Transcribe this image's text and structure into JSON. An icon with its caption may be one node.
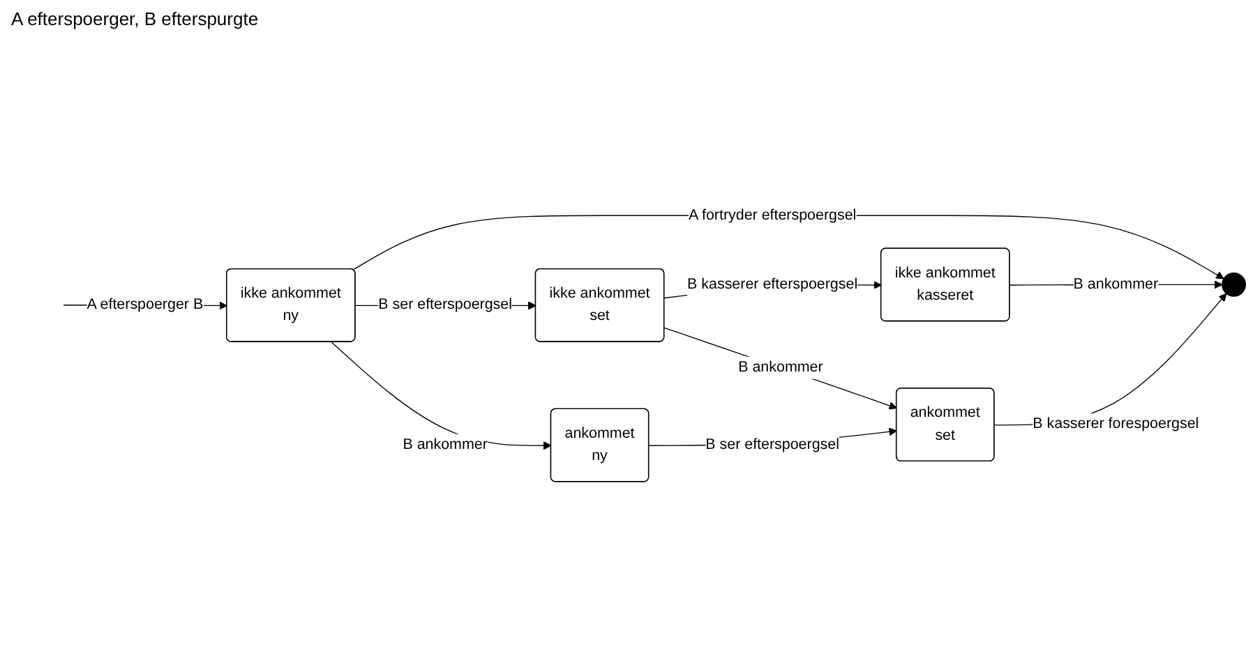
{
  "diagram": {
    "nodes": [
      {
        "text": [
          "ikke ankommet",
          "ny"
        ]
      },
      {
        "text": [
          "ikke ankommet",
          "set"
        ]
      },
      {
        "text": [
          "ikke ankommet",
          "kasseret"
        ]
      },
      {
        "text": [
          "ankommet",
          "ny"
        ]
      },
      {
        "text": [
          "ankommet",
          "set"
        ]
      },
      {
        "text": [],
        "shape": "circle"
      }
    ],
    "edges": [
      {
        "from": null,
        "to": 0,
        "arrow": "to",
        "label": "A efterspoerger B"
      },
      {
        "from": 0,
        "to": 1,
        "arrow": "to",
        "label": "B ser efterspoergsel"
      },
      {
        "from": 1,
        "to": 2,
        "arrow": "to",
        "label": "B kasserer efterspoergsel"
      },
      {
        "from": 0,
        "to": 5,
        "arrow": "to",
        "label": "A fortryder efterspoergsel"
      },
      {
        "from": 0,
        "to": 3,
        "arrow": "to",
        "label": "B ankommer"
      },
      {
        "from": 1,
        "to": 4,
        "arrow": "to",
        "label": "B ankommer"
      },
      {
        "from": 2,
        "to": 5,
        "arrow": "to",
        "label": "B ankommer"
      },
      {
        "from": 3,
        "to": 4,
        "arrow": "to",
        "label": "B ser efterspoergsel"
      },
      {
        "from": 4,
        "to": 5,
        "arrow": "to",
        "label": "B kasserer forespoergsel"
      }
    ],
    "labels": [
      "A efterspoerger, B efterspurgte"
    ]
  }
}
